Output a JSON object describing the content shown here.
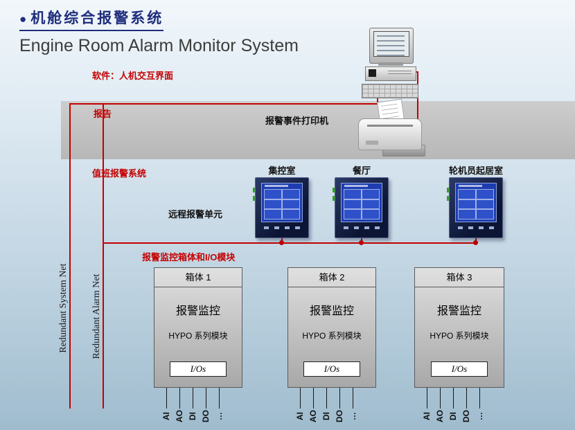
{
  "header": {
    "bullet": "●",
    "title_zh": "机舱综合报警系统",
    "title_en": "Engine Room Alarm Monitor System"
  },
  "annotations": {
    "software": "软件：人机交互界面",
    "report": "报告",
    "printer": "报警事件打印机",
    "duty_system": "值班报警系统",
    "remote_unit": "远程报警单元",
    "cabinet_section": "报警监控箱体和I/O模块"
  },
  "rooms": [
    "集控室",
    "餐厅",
    "轮机员起居室"
  ],
  "networks": {
    "system_net": "Redundant System Net",
    "alarm_net": "Redundant Alarm Net"
  },
  "cabinets": [
    {
      "name": "箱体 1",
      "function": "报警监控",
      "module": "HYPO 系列模块",
      "io": "I/Os"
    },
    {
      "name": "箱体 2",
      "function": "报警监控",
      "module": "HYPO 系列模块",
      "io": "I/Os"
    },
    {
      "name": "箱体 3",
      "function": "报警监控",
      "module": "HYPO 系列模块",
      "io": "I/Os"
    }
  ],
  "io_channels": [
    "AI",
    "AO",
    "DI",
    "DO",
    "…"
  ],
  "colors": {
    "accent_red": "#c40000",
    "title_navy": "#1f2d7b",
    "band_gray": "#c6c6c6",
    "panel_blue": "#1d3db0",
    "background_top": "#f2f7fb",
    "background_bottom": "#9fbcce"
  }
}
